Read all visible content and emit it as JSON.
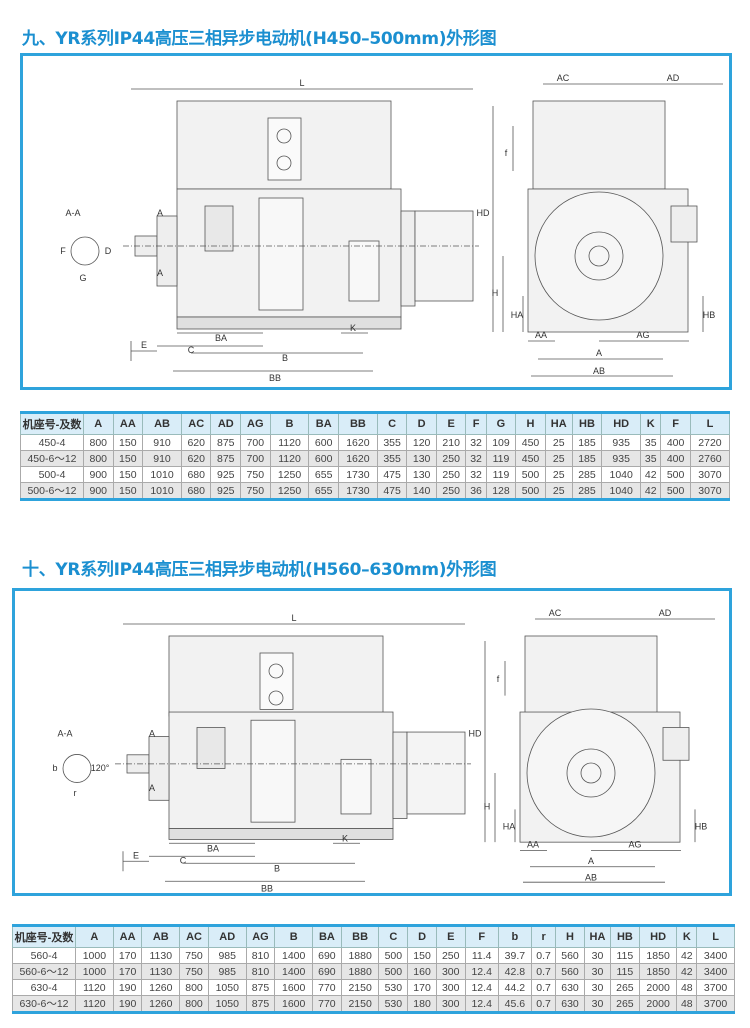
{
  "section1": {
    "title": "九、YR系列IP44高压三相异步电动机(H450–500mm)外形图",
    "drawing_labels": {
      "L": "L",
      "section": "A-A",
      "D": "D",
      "F": "F",
      "G": "G",
      "A_mark": "A",
      "E": "E",
      "C": "C",
      "BA": "BA",
      "B": "B",
      "K": "K",
      "BB": "BB",
      "AC": "AC",
      "AD": "AD",
      "HD": "HD",
      "f": "f",
      "H": "H",
      "HA": "HA",
      "AA": "AA",
      "AG": "AG",
      "A": "A",
      "AB": "AB",
      "HB": "HB"
    },
    "table": {
      "headers": [
        "机座号-及数",
        "A",
        "AA",
        "AB",
        "AC",
        "AD",
        "AG",
        "B",
        "BA",
        "BB",
        "C",
        "D",
        "E",
        "F",
        "G",
        "H",
        "HA",
        "HB",
        "HD",
        "K",
        "F",
        "L"
      ],
      "rows": [
        [
          "450-4",
          "800",
          "150",
          "910",
          "620",
          "875",
          "700",
          "1120",
          "600",
          "1620",
          "355",
          "120",
          "210",
          "32",
          "109",
          "450",
          "25",
          "185",
          "935",
          "35",
          "400",
          "2720"
        ],
        [
          "450-6～12",
          "800",
          "150",
          "910",
          "620",
          "875",
          "700",
          "1120",
          "600",
          "1620",
          "355",
          "130",
          "250",
          "32",
          "119",
          "450",
          "25",
          "185",
          "935",
          "35",
          "400",
          "2760"
        ],
        [
          "500-4",
          "900",
          "150",
          "1010",
          "680",
          "925",
          "750",
          "1250",
          "655",
          "1730",
          "475",
          "130",
          "250",
          "32",
          "119",
          "500",
          "25",
          "285",
          "1040",
          "42",
          "500",
          "3070"
        ],
        [
          "500-6～12",
          "900",
          "150",
          "1010",
          "680",
          "925",
          "750",
          "1250",
          "655",
          "1730",
          "475",
          "140",
          "250",
          "36",
          "128",
          "500",
          "25",
          "285",
          "1040",
          "42",
          "500",
          "3070"
        ]
      ]
    }
  },
  "section2": {
    "title": "十、YR系列IP44高压三相异步电动机(H560–630mm)外形图",
    "drawing_labels": {
      "L": "L",
      "section": "A-A",
      "D": "120°",
      "F": "b",
      "G": "r",
      "A_mark": "A",
      "E": "E",
      "C": "C",
      "BA": "BA",
      "B": "B",
      "K": "K",
      "BB": "BB",
      "AC": "AC",
      "AD": "AD",
      "HD": "HD",
      "f": "f",
      "H": "H",
      "HA": "HA",
      "AA": "AA",
      "AG": "AG",
      "A": "A",
      "AB": "AB",
      "HB": "HB"
    },
    "table": {
      "headers": [
        "机座号-及数",
        "A",
        "AA",
        "AB",
        "AC",
        "AD",
        "AG",
        "B",
        "BA",
        "BB",
        "C",
        "D",
        "E",
        "F",
        "b",
        "r",
        "H",
        "HA",
        "HB",
        "HD",
        "K",
        "L"
      ],
      "rows": [
        [
          "560-4",
          "1000",
          "170",
          "1130",
          "750",
          "985",
          "810",
          "1400",
          "690",
          "1880",
          "500",
          "150",
          "250",
          "11.4",
          "39.7",
          "0.7",
          "560",
          "30",
          "115",
          "1850",
          "42",
          "3400"
        ],
        [
          "560-6～12",
          "1000",
          "170",
          "1130",
          "750",
          "985",
          "810",
          "1400",
          "690",
          "1880",
          "500",
          "160",
          "300",
          "12.4",
          "42.8",
          "0.7",
          "560",
          "30",
          "115",
          "1850",
          "42",
          "3400"
        ],
        [
          "630-4",
          "1120",
          "190",
          "1260",
          "800",
          "1050",
          "875",
          "1600",
          "770",
          "2150",
          "530",
          "170",
          "300",
          "12.4",
          "44.2",
          "0.7",
          "630",
          "30",
          "265",
          "2000",
          "48",
          "3700"
        ],
        [
          "630-6～12",
          "1120",
          "190",
          "1260",
          "800",
          "1050",
          "875",
          "1600",
          "770",
          "2150",
          "530",
          "180",
          "300",
          "12.4",
          "45.6",
          "0.7",
          "630",
          "30",
          "265",
          "2000",
          "48",
          "3700"
        ]
      ]
    }
  }
}
